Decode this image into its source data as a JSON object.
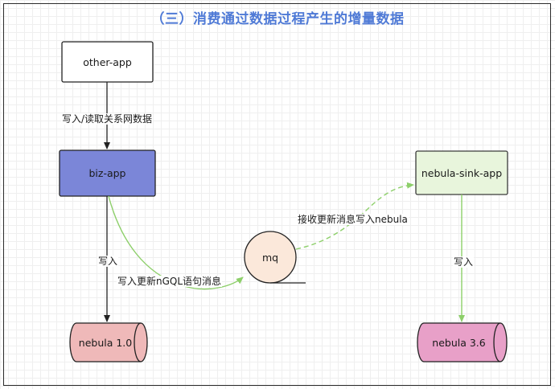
{
  "title": "（三）消费通过数据过程产生的增量数据",
  "nodes": {
    "other_app": "other-app",
    "biz_app": "biz-app",
    "nebula_sink_app": "nebula-sink-app",
    "mq": "mq",
    "nebula_10": "nebula 1.0",
    "nebula_36": "nebula 3.6"
  },
  "edges": {
    "other_to_biz": "写入/读取关系网数据",
    "biz_to_nebula10": "写入",
    "biz_to_mq": "写入更新nGQL语句消息",
    "mq_to_sink": "接收更新消息写入nebula",
    "sink_to_nebula36": "写入"
  },
  "colors": {
    "title": "#4f7ad6",
    "biz_app_fill": "#7b86d8",
    "sink_fill": "#e8f5dc",
    "sink_stroke": "#7fbf56",
    "mq_fill": "#fbe8da",
    "nebula10_fill": "#efb9b9",
    "nebula36_fill": "#e8a0c8",
    "green_arrow": "#8dcf6a"
  }
}
